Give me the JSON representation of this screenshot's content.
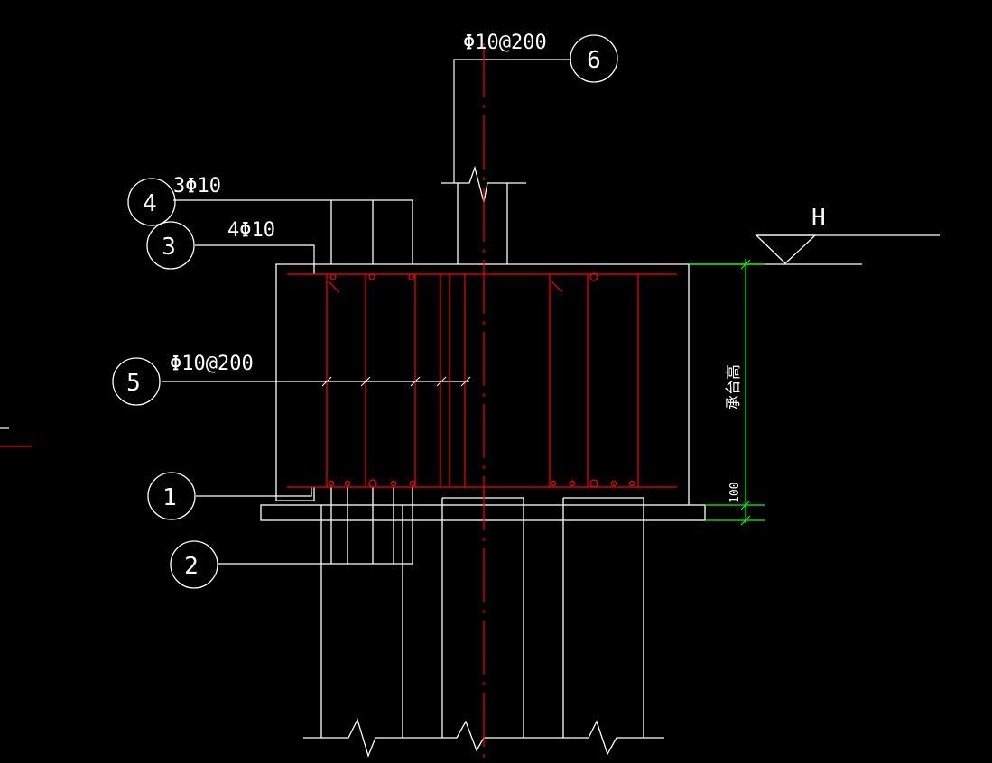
{
  "labels": {
    "stirrup_top": "Φ10@200",
    "bar_3phi10": "3Φ10",
    "bar_4phi10": "4Φ10",
    "stirrup_mid": "Φ10@200",
    "level_mark": "H",
    "dim_height": "承台高",
    "dim_cushion": "100"
  },
  "callouts": {
    "c1": "1",
    "c2": "2",
    "c3": "3",
    "c4": "4",
    "c5": "5",
    "c6": "6"
  },
  "colors": {
    "background": "#000000",
    "outline": "#ffffff",
    "rebar": "#ff0000",
    "dimension": "#00ff00"
  }
}
